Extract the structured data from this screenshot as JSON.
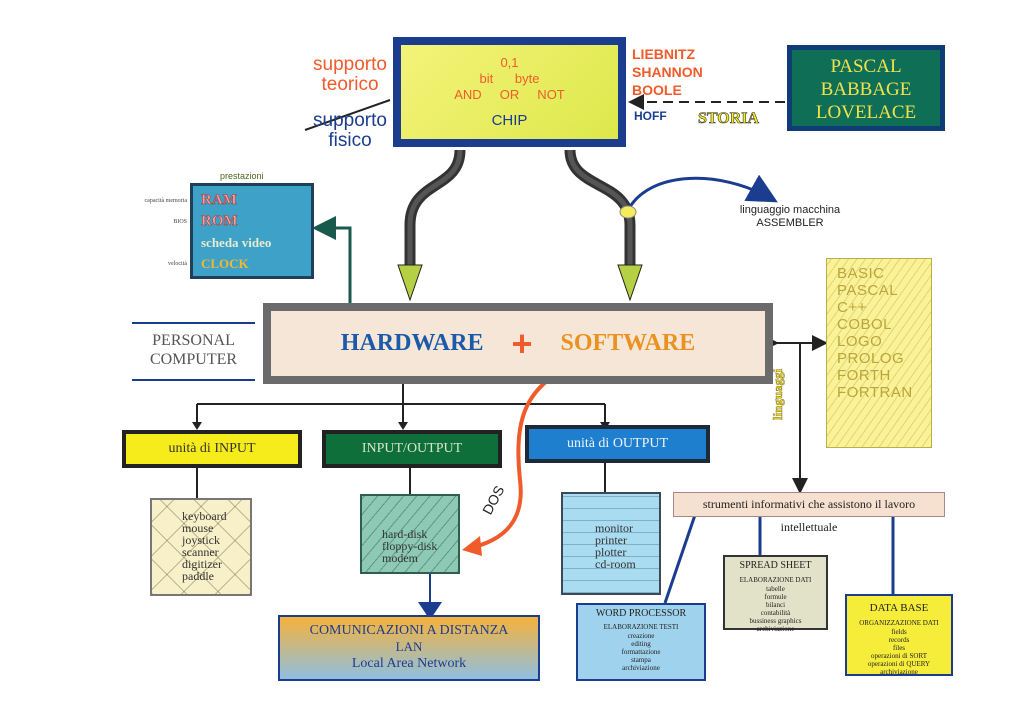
{
  "chip": {
    "line1": "0,1",
    "line2": "bit      byte",
    "line3": "AND     OR     NOT",
    "label": "CHIP"
  },
  "supporto_teorico": [
    "supporto",
    "teorico"
  ],
  "supporto_fisico": [
    "supporto",
    "fisico"
  ],
  "scientists": [
    "LIEBNITZ",
    "SHANNON",
    "BOOLE"
  ],
  "hoff": "HOFF",
  "storia_box": [
    "PASCAL",
    "BABBAGE",
    "LOVELACE"
  ],
  "storia_label": "STORIA",
  "linguaggio_macchina": [
    "linguaggio macchina",
    "ASSEMBLER"
  ],
  "prestazioni": {
    "title": "prestazioni",
    "items": [
      {
        "side": "capacità memoria",
        "value": "RAM"
      },
      {
        "side": "BIOS",
        "value": "ROM"
      },
      {
        "side": "",
        "value": "scheda video"
      },
      {
        "side": "velocità",
        "value": "CLOCK"
      }
    ]
  },
  "personal_computer": [
    "PERSONAL",
    "COMPUTER"
  ],
  "hardware": "HARDWARE",
  "plus": "+",
  "software": "SOFTWARE",
  "languages": [
    "BASIC",
    "PASCAL",
    "C++",
    "COBOL",
    "LOGO",
    "PROLOG",
    "FORTH",
    "FORTRAN"
  ],
  "linguaggi": "linguaggi",
  "input": {
    "title": "unità di INPUT",
    "items": [
      "keyboard",
      "mouse",
      "joystick",
      "scanner",
      "digitizer",
      "paddle"
    ]
  },
  "io": {
    "title": "INPUT/OUTPUT",
    "items": [
      "hard-disk",
      "floppy-disk",
      "modem"
    ]
  },
  "output": {
    "title": "unità di OUTPUT",
    "items": [
      "monitor",
      "printer",
      "plotter",
      "cd-room"
    ]
  },
  "dos": "DOS",
  "comunicazioni": [
    "COMUNICAZIONI A DISTANZA",
    "LAN",
    "Local Area Network"
  ],
  "strumenti": "strumenti informativi che assistono il lavoro intellettuale",
  "spreadsheet": {
    "title": "SPREAD SHEET",
    "subtitle": "ELABORAZIONE DATI",
    "items": [
      "tabelle",
      "formule",
      "bilanci",
      "contabilità",
      "bussiness graphics",
      "archiviazione"
    ]
  },
  "wordprocessor": {
    "title": "WORD PROCESSOR",
    "subtitle": "ELABORAZIONE TESTI",
    "items": [
      "creazione",
      "editing",
      "formattazione",
      "stampa",
      "archiviazione"
    ]
  },
  "database": {
    "title": "DATA BASE",
    "subtitle": "ORGANIZZAZIONE DATI",
    "items": [
      "fields",
      "records",
      "files",
      "operazioni di SORT",
      "operazioni di QUERY",
      "archiviazione"
    ]
  },
  "colors": {
    "blue": "#1b3d8f",
    "orange": "#ef5b2a",
    "yellow": "#f6ec1c",
    "green": "#0e6f56"
  }
}
